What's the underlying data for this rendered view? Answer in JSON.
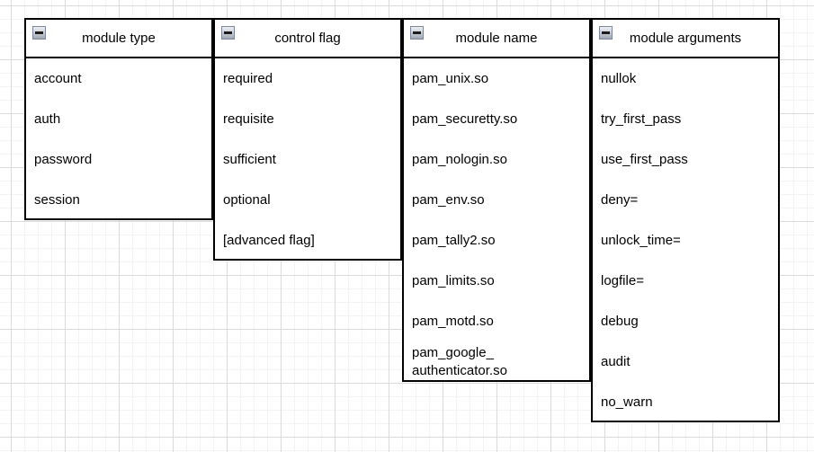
{
  "canvas": {
    "background_color": "#ffffff",
    "grid_minor_color": "#f3f3f4",
    "grid_major_color": "#d9dadc",
    "shape_border_color": "#000000",
    "text_color": "#000000"
  },
  "icons": {
    "collapse": "minus-in-square"
  },
  "tables": [
    {
      "title": "module type",
      "rows": [
        "account",
        "auth",
        "password",
        "session"
      ]
    },
    {
      "title": "control flag",
      "rows": [
        "required",
        "requisite",
        "sufficient",
        "optional",
        "[advanced flag]"
      ]
    },
    {
      "title": "module name",
      "rows": [
        "pam_unix.so",
        "pam_securetty.so",
        "pam_nologin.so",
        "pam_env.so",
        "pam_tally2.so",
        "pam_limits.so",
        "pam_motd.so",
        "pam_google_\nauthenticator.so"
      ]
    },
    {
      "title": "module arguments",
      "rows": [
        "nullok",
        "try_first_pass",
        "use_first_pass",
        "deny=",
        "unlock_time=",
        "logfile=",
        "debug",
        "audit",
        "no_warn"
      ]
    }
  ]
}
